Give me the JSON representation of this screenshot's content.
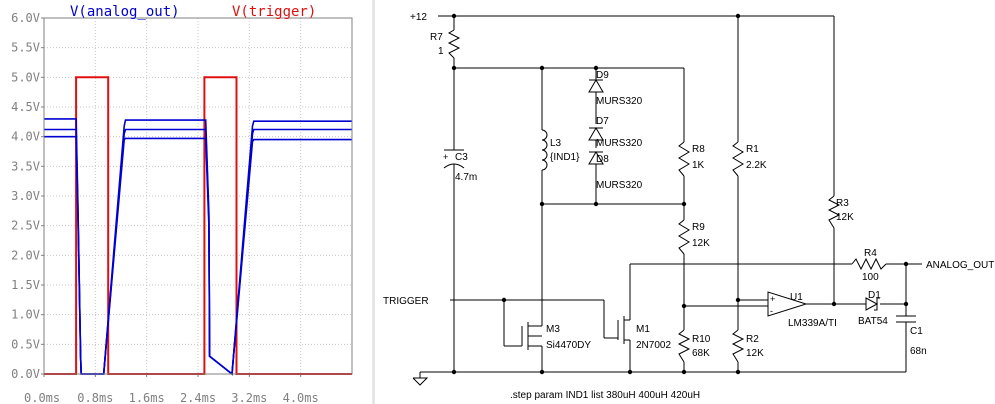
{
  "chart_data": {
    "type": "line",
    "xlabel": "",
    "ylabel": "",
    "xlim": [
      0,
      4.8
    ],
    "ylim": [
      0,
      6
    ],
    "x_ticks": [
      "0.0ms",
      "0.8ms",
      "1.6ms",
      "2.4ms",
      "3.2ms",
      "4.0ms"
    ],
    "y_ticks": [
      "0.0V",
      "0.5V",
      "1.0V",
      "1.5V",
      "2.0V",
      "2.5V",
      "3.0V",
      "3.5V",
      "4.0V",
      "4.5V",
      "5.0V",
      "5.5V",
      "6.0V"
    ],
    "grid": true,
    "series_labels": [
      {
        "name": "V(analog_out)",
        "color": "#0000d0"
      },
      {
        "name": "V(trigger)",
        "color": "#e01010"
      }
    ],
    "series": [
      {
        "name": "V(trigger)",
        "color": "#e01010",
        "x": [
          0,
          0.5,
          0.5,
          1.0,
          1.0,
          2.5,
          2.5,
          3.0,
          3.0,
          4.8
        ],
        "y": [
          0,
          0,
          5,
          5,
          0,
          0,
          5,
          5,
          0,
          0
        ]
      },
      {
        "name": "V(analog_out)",
        "color": "#0000d0",
        "x": [
          0,
          0.5,
          0.53,
          0.57,
          0.58,
          0.93,
          1.25,
          1.27,
          2.48,
          2.52,
          2.57,
          2.58,
          2.93,
          3.25,
          3.27,
          4.8
        ],
        "y": [
          4.3,
          4.3,
          2.8,
          0.3,
          0,
          0,
          4.18,
          4.28,
          4.28,
          4.28,
          2.7,
          0.3,
          0,
          4.18,
          4.26,
          4.26
        ]
      },
      {
        "name": "V(analog_out)",
        "color": "#0000d0",
        "x": [
          0,
          0.5,
          0.53,
          0.57,
          0.58,
          0.93,
          1.25,
          1.27,
          2.48,
          2.52,
          2.57,
          2.58,
          2.93,
          3.25,
          3.27,
          4.8
        ],
        "y": [
          4.12,
          4.12,
          2.7,
          0.3,
          0,
          0,
          4.05,
          4.12,
          4.12,
          4.12,
          2.6,
          0.3,
          0,
          4.05,
          4.12,
          4.12
        ]
      },
      {
        "name": "V(analog_out)",
        "color": "#0000d0",
        "x": [
          0,
          0.5,
          0.53,
          0.57,
          0.58,
          0.93,
          1.25,
          1.27,
          2.48,
          2.52,
          2.57,
          2.58,
          2.93,
          3.25,
          3.27,
          4.8
        ],
        "y": [
          4.0,
          4.0,
          2.6,
          0.3,
          0,
          0,
          3.95,
          3.97,
          3.97,
          3.97,
          2.5,
          0.3,
          0,
          3.92,
          3.95,
          3.95
        ]
      }
    ]
  },
  "schematic": {
    "labels": {
      "vcc": "+12",
      "r7_ref": "R7",
      "r7_val": "1",
      "c3_ref": "C3",
      "c3_val": "4.7m",
      "d9_ref": "D9",
      "d9_val": "MURS320",
      "d7_ref": "D7",
      "d7_val": "MURS320",
      "d8_ref": "D8",
      "d8_val": "MURS320",
      "l3_ref": "L3",
      "l3_val": "{IND1}",
      "r8_ref": "R8",
      "r8_val": "1K",
      "r1_ref": "R1",
      "r1_val": "2.2K",
      "r3_ref": "R3",
      "r3_val": "12K",
      "r9_ref": "R9",
      "r9_val": "12K",
      "r4_ref": "R4",
      "r4_val": "100",
      "analog_out": "ANALOG_OUT",
      "trigger": "TRIGGER",
      "m3_ref": "M3",
      "m3_val": "Si4470DY",
      "m1_ref": "M1",
      "m1_val": "2N7002",
      "u1_ref": "U1",
      "u1_val": "LM339A/TI",
      "d1_ref": "D1",
      "d1_val": "BAT54",
      "r10_ref": "R10",
      "r10_val": "68K",
      "r2_ref": "R2",
      "r2_val": "12K",
      "c1_ref": "C1",
      "c1_val": "68n",
      "directive": ".step param IND1 list 380uH 400uH 420uH"
    }
  }
}
